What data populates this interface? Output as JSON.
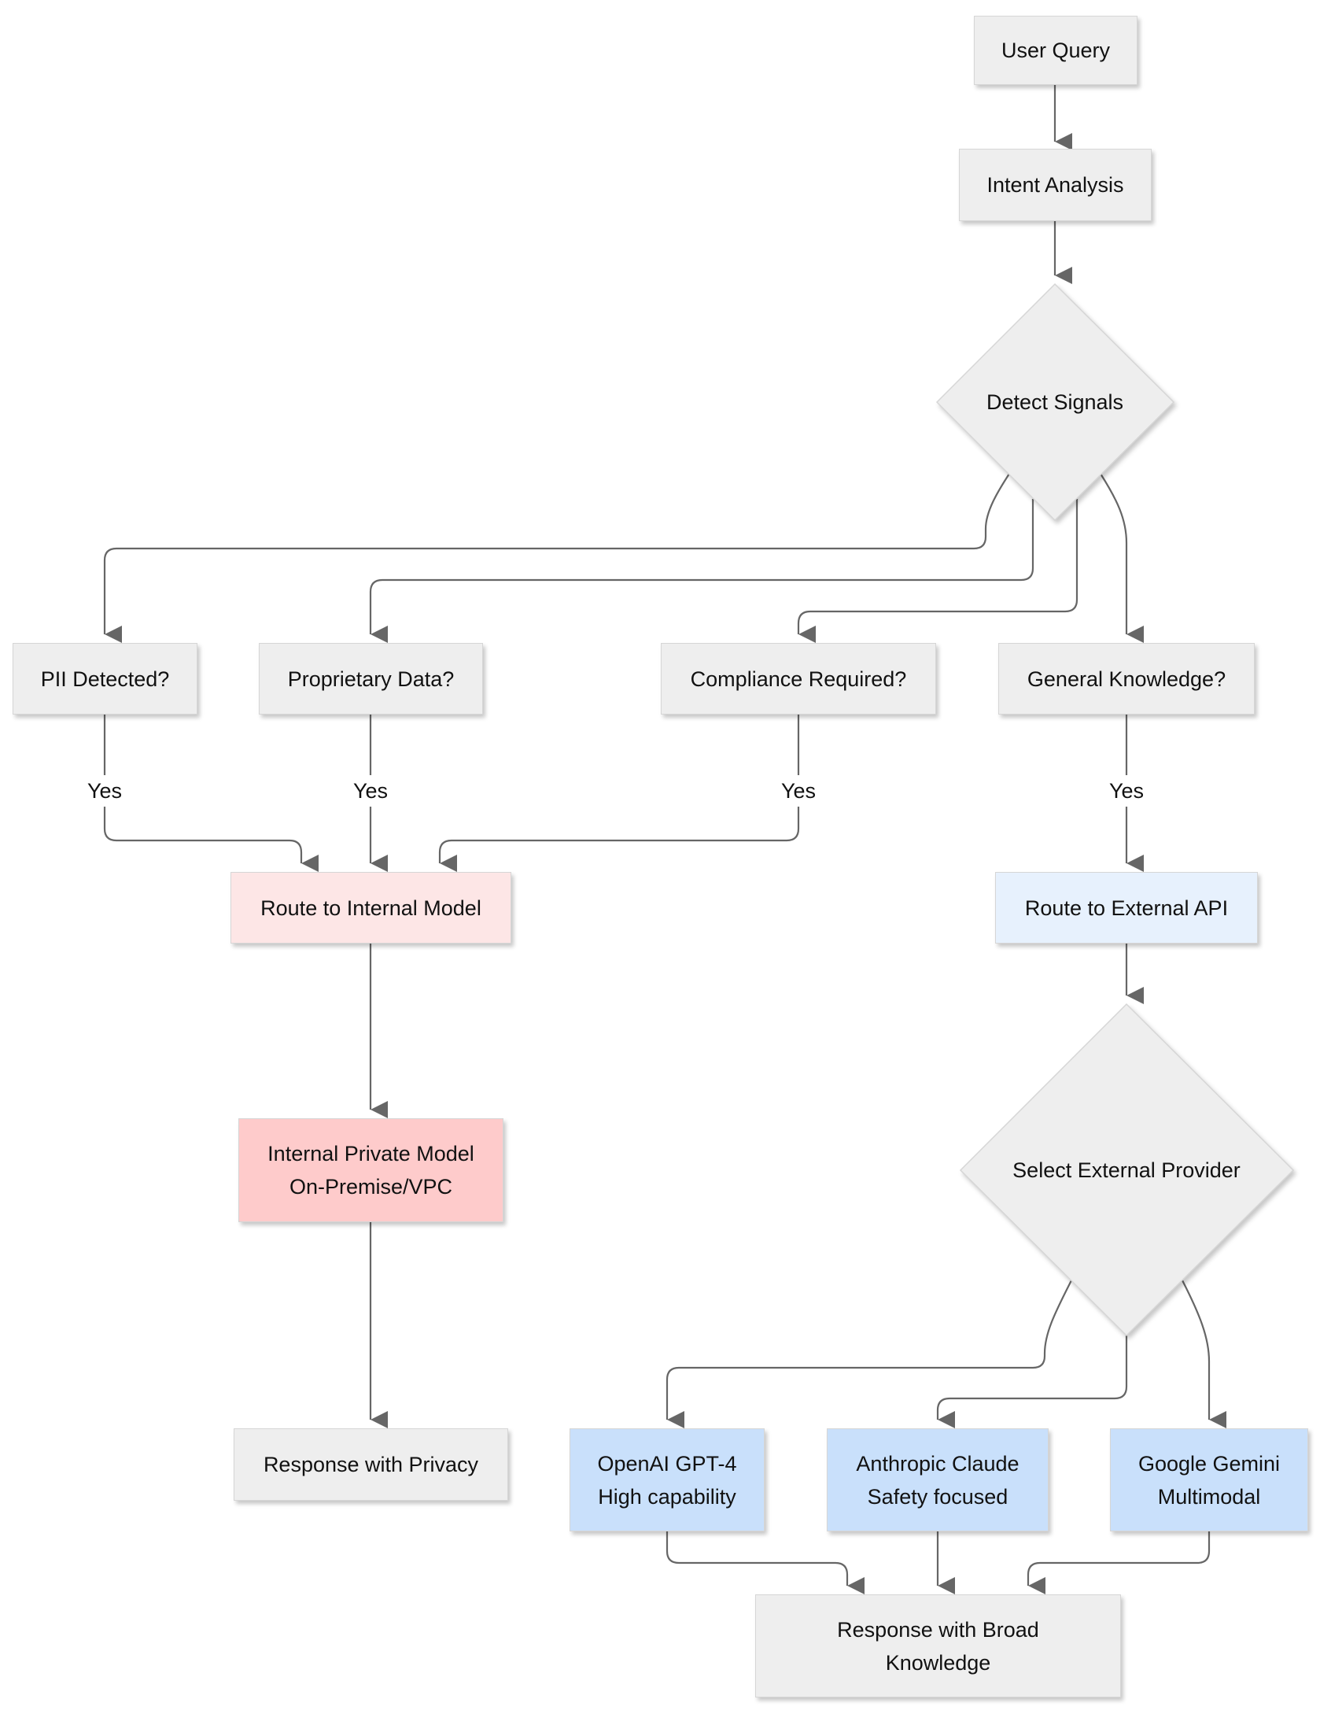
{
  "diagram": {
    "nodes": {
      "user_query": {
        "label": "User Query"
      },
      "intent_analysis": {
        "label": "Intent Analysis"
      },
      "detect_signals": {
        "label": "Detect Signals"
      },
      "pii_detected": {
        "label": "PII Detected?"
      },
      "proprietary_data": {
        "label": "Proprietary Data?"
      },
      "compliance_required": {
        "label": "Compliance Required?"
      },
      "general_knowledge": {
        "label": "General Knowledge?"
      },
      "route_internal": {
        "label": "Route to Internal Model"
      },
      "route_external": {
        "label": "Route to External API"
      },
      "internal_private_model": {
        "label": "Internal Private Model\nOn-Premise/VPC"
      },
      "select_external_provider": {
        "label": "Select External Provider"
      },
      "response_privacy": {
        "label": "Response with Privacy"
      },
      "openai": {
        "label": "OpenAI GPT-4\nHigh capability"
      },
      "anthropic": {
        "label": "Anthropic Claude\nSafety focused"
      },
      "google": {
        "label": "Google Gemini\nMultimodal"
      },
      "response_broad": {
        "label": "Response with Broad\nKnowledge"
      }
    },
    "edge_labels": {
      "pii_yes": "Yes",
      "proprietary_yes": "Yes",
      "compliance_yes": "Yes",
      "general_yes": "Yes"
    },
    "colors": {
      "default_node": "#eeeeee",
      "internal_route": "#fde6e6",
      "internal_model": "#fecbcb",
      "external_route": "#e7f1fd",
      "external_model": "#c9e0fb",
      "edge": "#666666"
    }
  }
}
